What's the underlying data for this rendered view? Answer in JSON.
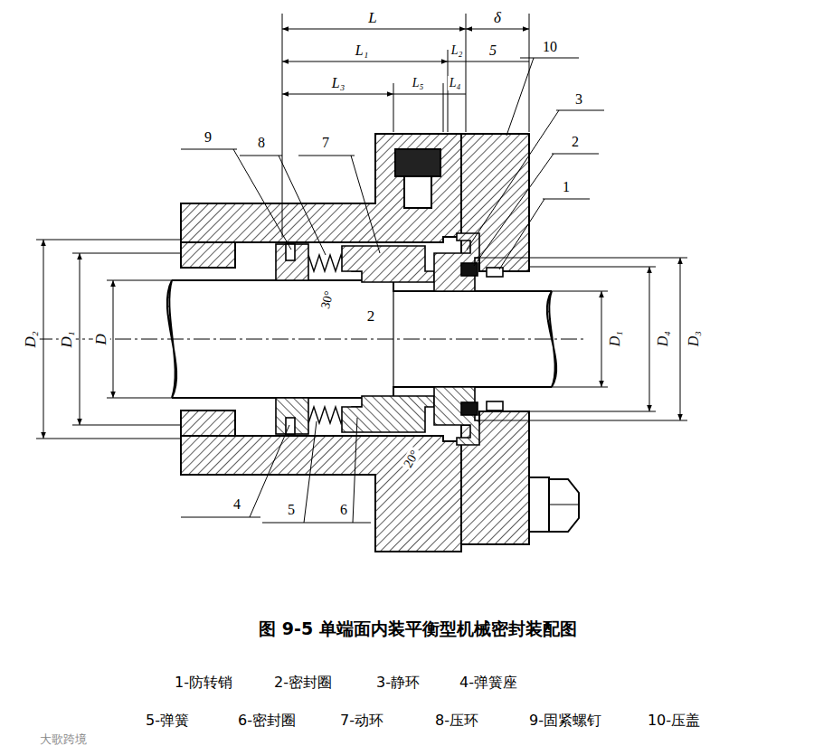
{
  "diagram": {
    "caption": "图 9-5 单端面内装平衡型机械密封装配图",
    "labels": [
      "L",
      "δ",
      "L₁",
      "L₂",
      "5",
      "10",
      "L₃",
      "L₅",
      "L₄",
      "3",
      "9",
      "8",
      "7",
      "2",
      "1",
      "30°",
      "2",
      "D₂",
      "D₁",
      "D",
      "D₁",
      "D₄",
      "D₃",
      "20°",
      "4",
      "5",
      "6",
      "1-防转销",
      "2-密封圈",
      "3-静环",
      "4-弹簧座",
      "5-弹簧",
      "6-密封圈",
      "7-动环",
      "8-压环",
      "9-固紧螺钉",
      "10-压盖",
      "大歌跨境"
    ]
  }
}
